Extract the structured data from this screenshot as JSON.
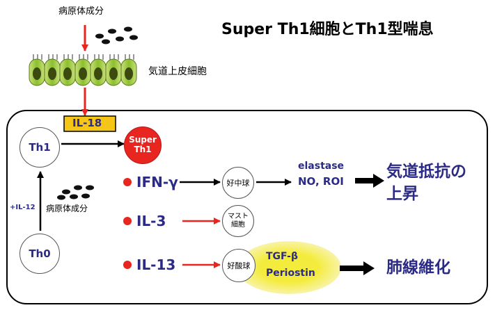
{
  "title": "Super Th1細胞とTh1型喘息",
  "pathogen_label_top": "病原体成分",
  "epithelium_label": "気道上皮細胞",
  "il18": "IL-18",
  "th1": "Th1",
  "th0": "Th0",
  "super_th1": [
    "Super",
    "Th1"
  ],
  "il12": "+IL-12",
  "pathogen_label_left": "病原体成分",
  "ifn_gamma": "IFN-γ",
  "il3": "IL-3",
  "il13": "IL-13",
  "neutrophil": "好中球",
  "mast_cell": [
    "マスト",
    "細胞"
  ],
  "eosinophil": "好酸球",
  "elastase": "elastase",
  "no_roi": "NO, ROI",
  "airway_resistance": [
    "気道抵抗の",
    "上昇"
  ],
  "tgf_beta": "TGF-β",
  "periostin": "Periostin",
  "lung_fibrosis": "肺線維化",
  "colors": {
    "arrow_red": "#e8251f",
    "navy_text": "#2b2a86",
    "super_th1_fill": "#e8251f",
    "il18_box": "#f5c518",
    "epithelium_green": "#9ccb3c",
    "nucleus_dark": "#3c4a10",
    "eos_halo": "#f4ec3c"
  }
}
